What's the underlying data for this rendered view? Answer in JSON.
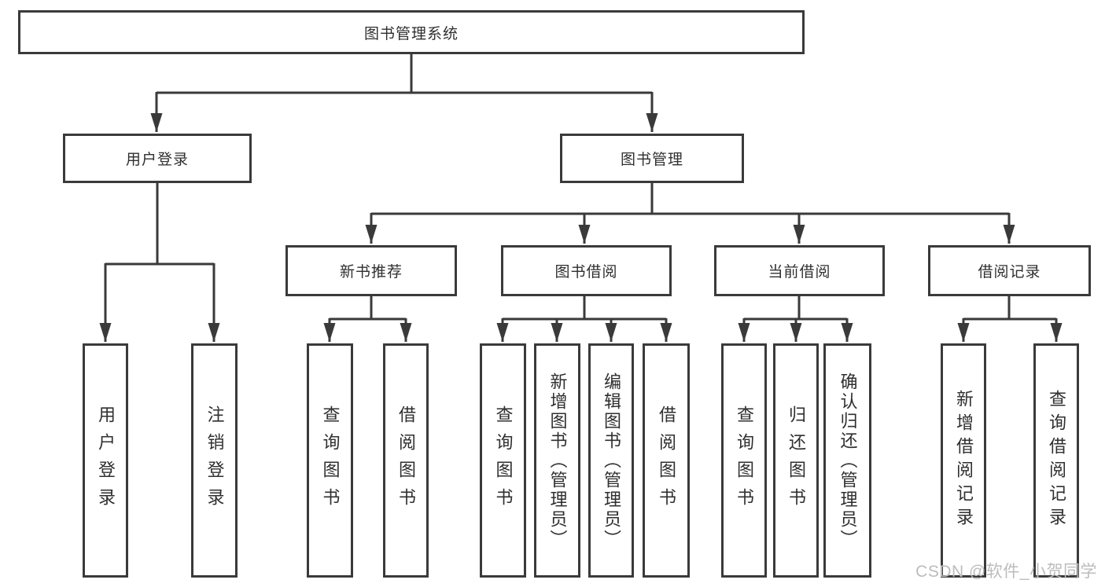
{
  "diagram": {
    "root_label": "图书管理系统",
    "branches": {
      "user_login": {
        "label": "用户登录",
        "children": {
          "login": "用户登录",
          "logout": "注销登录"
        }
      },
      "book_management": {
        "label": "图书管理",
        "sections": {
          "new_book": {
            "label": "新书推荐",
            "children": {
              "query": "查询图书",
              "borrow": "借阅图书"
            }
          },
          "book_borrow": {
            "label": "图书借阅",
            "children": {
              "query": "查询图书",
              "add": "新增图书（管理员）",
              "edit": "编辑图书（管理员）",
              "borrow": "借阅图书"
            }
          },
          "current_borrow": {
            "label": "当前借阅",
            "children": {
              "query": "查询图书",
              "return": "归还图书",
              "confirm": "确认归还（管理员）"
            }
          },
          "borrow_record": {
            "label": "借阅记录",
            "children": {
              "add": "新增借阅记录",
              "query": "查询借阅记录"
            }
          }
        }
      }
    }
  },
  "colors": {
    "line": "#3a3a3a",
    "text": "#2f2f2f",
    "watermark": "#bcbcbc"
  },
  "watermark": {
    "text": "CSDN @软件_小贺同学"
  }
}
